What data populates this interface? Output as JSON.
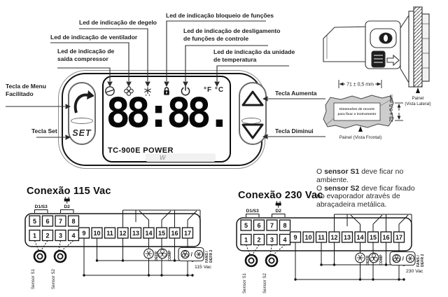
{
  "device": {
    "model_label": "TC-900E POWER",
    "watermark": "W",
    "display_value": "88:88.",
    "temp_units": "°F °C",
    "set_label": "SET"
  },
  "callouts": {
    "degelo": "Led de indicação de degelo",
    "ventilador": "Led de indicação de ventilador",
    "compressor": "Led de indicação de\nsaída compressor",
    "bloqueio": "Led de indicação bloqueio de funções",
    "desligamento": "Led de indicação de desligamento\nde funções de controle",
    "unidade": "Led de indicação da unidade\nde temperatura",
    "menu": "Tecla de Menu\nFacilitado",
    "set": "Tecla Set",
    "aumenta": "Tecla Aumenta",
    "diminui": "Tecla Diminui"
  },
  "mounting": {
    "width_dim": "71 ± 0,5 mm",
    "height_dim": "29 ± 0,5 mm",
    "cutout_note": [
      "Dimensões de recorte",
      "para fixar o instrumento"
    ],
    "panel_side": [
      "Painel",
      "(Vista Lateral)"
    ],
    "panel_front": "Painel (Vista Frontal)"
  },
  "sensor_note": {
    "segments": [
      {
        "t": "O ",
        "b": false
      },
      {
        "t": "sensor S1",
        "b": true
      },
      {
        "t": " deve ficar no\nambiente.\nO ",
        "b": false
      },
      {
        "t": "sensor S2",
        "b": true
      },
      {
        "t": " deve ficar fixado\nno evaporador através de\nabraçadeira metálica.",
        "b": false
      }
    ]
  },
  "connections": [
    {
      "title": "Conexão 115 Vac",
      "mains": "115 Vac",
      "feed": "10"
    },
    {
      "title": "Conexão 230 Vac",
      "mains": "230 Vac",
      "feed": "11"
    }
  ],
  "wiring": {
    "digital_inputs": [
      "D1/S3",
      "D2"
    ],
    "terminals_upper": [
      "5",
      "6",
      "7",
      "8"
    ],
    "terminals_lower": [
      "1",
      "2",
      "3",
      "4"
    ],
    "terminals_main": [
      "9",
      "10",
      "11",
      "12",
      "13",
      "14",
      "15",
      "16",
      "17"
    ],
    "sensors": [
      "Sensor S1",
      "Sensor S2"
    ],
    "loads": [
      "DEFR",
      "COMP",
      "FANS /\nDEFR 2"
    ],
    "load_divider": "/"
  }
}
